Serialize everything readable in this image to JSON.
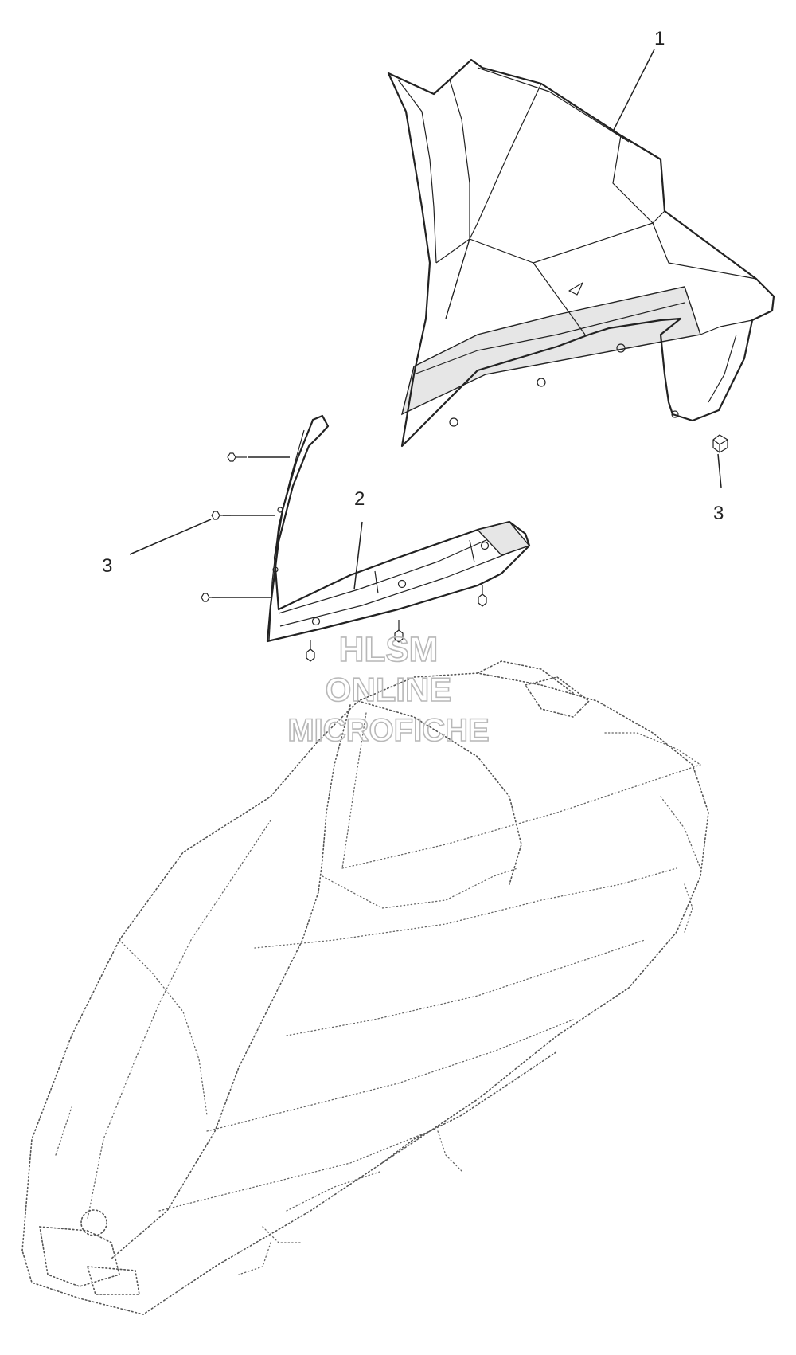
{
  "callouts": {
    "part1": "1",
    "part2": "2",
    "part3_right": "3",
    "part3_left": "3"
  },
  "watermark": {
    "line1": "HLSM",
    "line2": "ONLINE",
    "line3": "MICROFICHE"
  }
}
